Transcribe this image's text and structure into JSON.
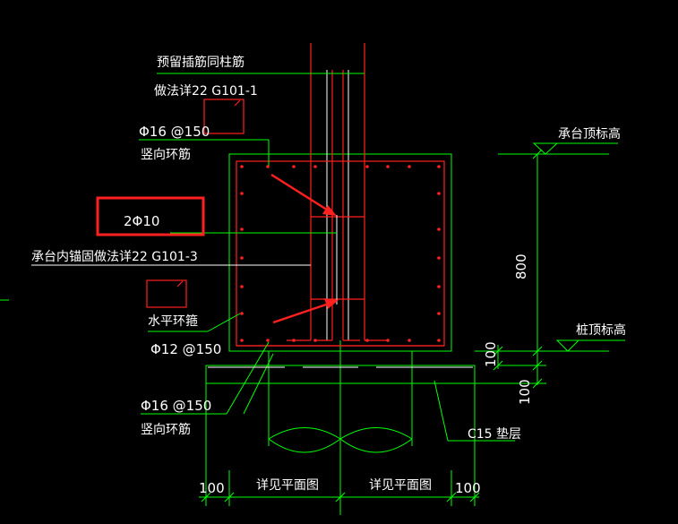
{
  "labels": {
    "reserve_dowel_line1": "预留插筋同柱筋",
    "reserve_dowel_line2": "做法详22 G101-1",
    "vertical_hoop_top_spec": "Φ16 @150",
    "vertical_hoop_top_name": "竖向环筋",
    "highlight_rebar": "2Φ10",
    "cap_anchor_note": "承台内锚固做法详22 G101-3",
    "horizontal_hoop_name": "水平环箍",
    "horizontal_hoop_spec": "Φ12 @150",
    "vertical_hoop_bottom_spec": "Φ16 @150",
    "vertical_hoop_bottom_name": "竖向环筋",
    "cap_top_elev": "承台顶标高",
    "pile_top_elev": "桩顶标高",
    "cushion": "C15 垫层",
    "dim_800": "800",
    "dim_100_right_upper": "100",
    "dim_100_right_lower": "100",
    "dim_100_bottom_left": "100",
    "dim_100_bottom_right": "100",
    "see_plan_left": "详见平面图",
    "see_plan_right": "详见平面图"
  },
  "colors": {
    "background": "#000000",
    "dimension_lines": "#00ff00",
    "rebar": "#ff2020",
    "highlight_box": "#ff2020",
    "text": "#ffffff"
  }
}
